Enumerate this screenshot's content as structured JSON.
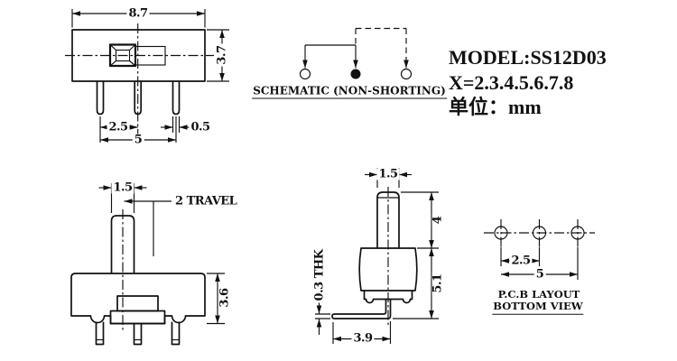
{
  "title_block": {
    "model": "MODEL:SS12D03",
    "x_range": "X=2.3.4.5.6.7.8",
    "unit": "单位：mm"
  },
  "front_view": {
    "dims": {
      "body_width": "8.7",
      "body_height": "3.7",
      "pin_pitch": "2.5",
      "pin_span": "5",
      "pin_width": "0.5"
    }
  },
  "schematic": {
    "label": "SCHEMATIC (NON-SHORTING)"
  },
  "side_view": {
    "dims": {
      "knob_width": "1.5",
      "travel": "2 TRAVEL",
      "body_height": "3.6"
    }
  },
  "end_view": {
    "dims": {
      "knob_width": "1.5",
      "knob_height": "4",
      "overall_height": "5.1",
      "pin_thickness": "0.3 THK",
      "pin_length": "3.9"
    }
  },
  "pcb_layout": {
    "title": "P.C.B LAYOUT",
    "subtitle": "BOTTOM VIEW",
    "dims": {
      "hole_pitch": "2.5",
      "hole_span": "5"
    }
  },
  "colors": {
    "line": "#111111",
    "background": "#ffffff"
  }
}
